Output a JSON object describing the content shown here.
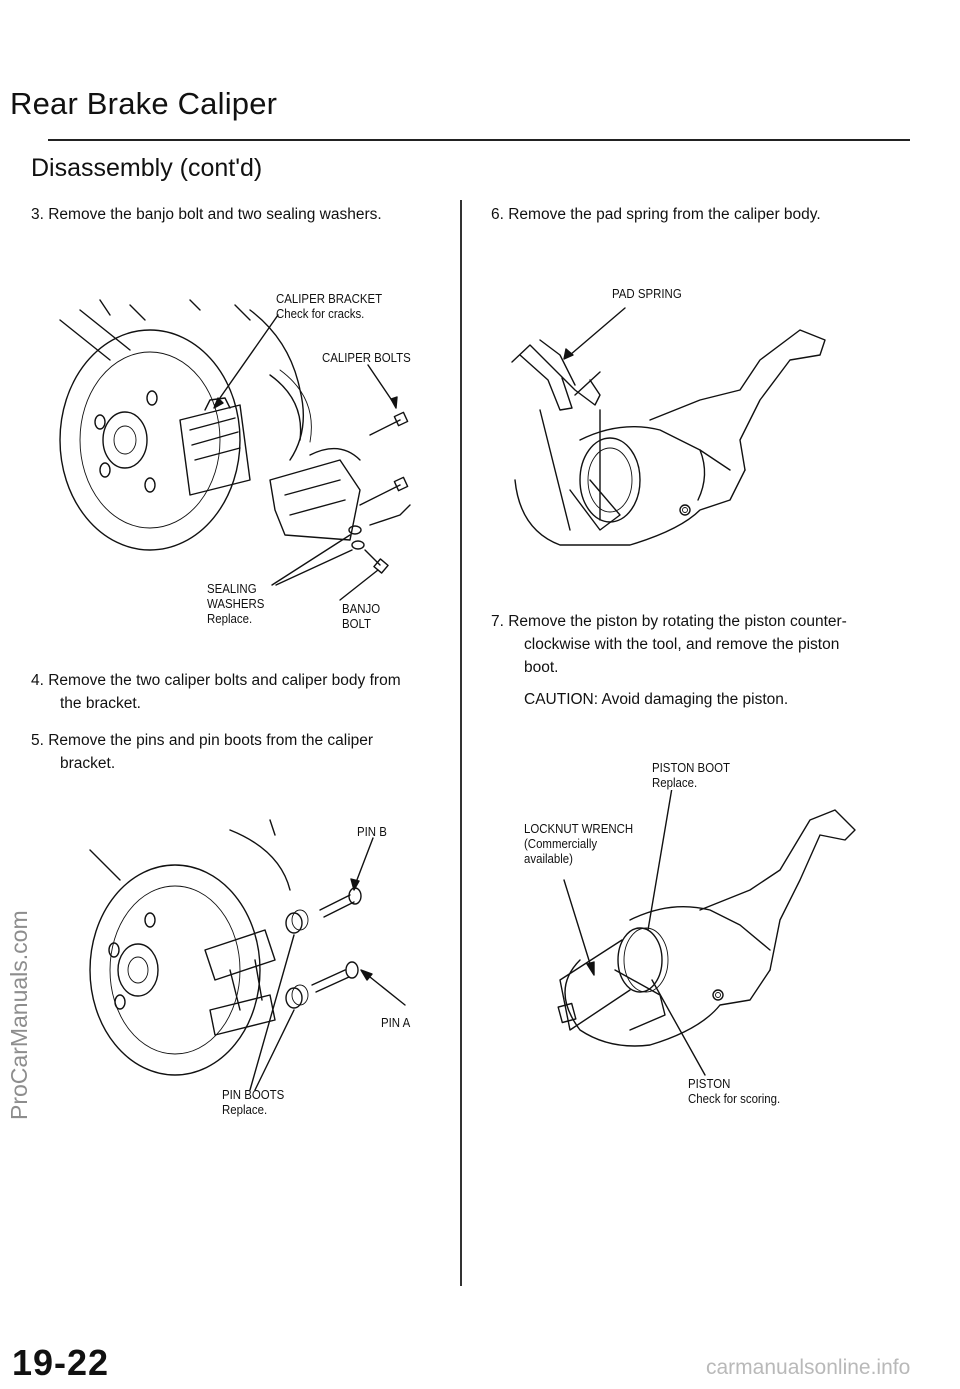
{
  "header": {
    "title": "Rear Brake Caliper",
    "subtitle": "Disassembly (cont'd)"
  },
  "steps": {
    "s3": "3.   Remove the banjo bolt and two sealing washers.",
    "s4_line1": "4.   Remove the two caliper bolts and caliper body from",
    "s4_line2": "the bracket.",
    "s5_line1": "5.   Remove the pins and pin boots from the caliper",
    "s5_line2": "bracket.",
    "s6": "6.   Remove the pad spring from the caliper body.",
    "s7_line1": "7.   Remove the piston by rotating the piston counter-",
    "s7_line2": "clockwise with the tool, and remove the piston",
    "s7_line3": "boot.",
    "caution": "CAUTION:  Avoid damaging the piston."
  },
  "labels": {
    "caliper_bracket": "CALIPER BRACKET",
    "caliper_bracket_note": "Check for cracks.",
    "caliper_bolts": "CALIPER  BOLTS",
    "sealing": "SEALING",
    "washers": "WASHERS",
    "washers_note": "Replace.",
    "banjo": "BANJO",
    "bolt": "BOLT",
    "pad_spring": "PAD  SPRING",
    "pin_b": "PIN B",
    "pin_a": "PIN A",
    "pin_boots": "PIN  BOOTS",
    "pin_boots_note": "Replace.",
    "piston_boot": "PISTON  BOOT",
    "piston_boot_note": "Replace.",
    "locknut_wrench": "LOCKNUT  WRENCH",
    "locknut_line2": "(Commercially",
    "locknut_line3": "available)",
    "piston": "PISTON",
    "piston_note": "Check  for  scoring."
  },
  "page_number": "19-22",
  "watermark_side": "ProCarManuals.com",
  "watermark_footer": "carmanualsonline.info"
}
